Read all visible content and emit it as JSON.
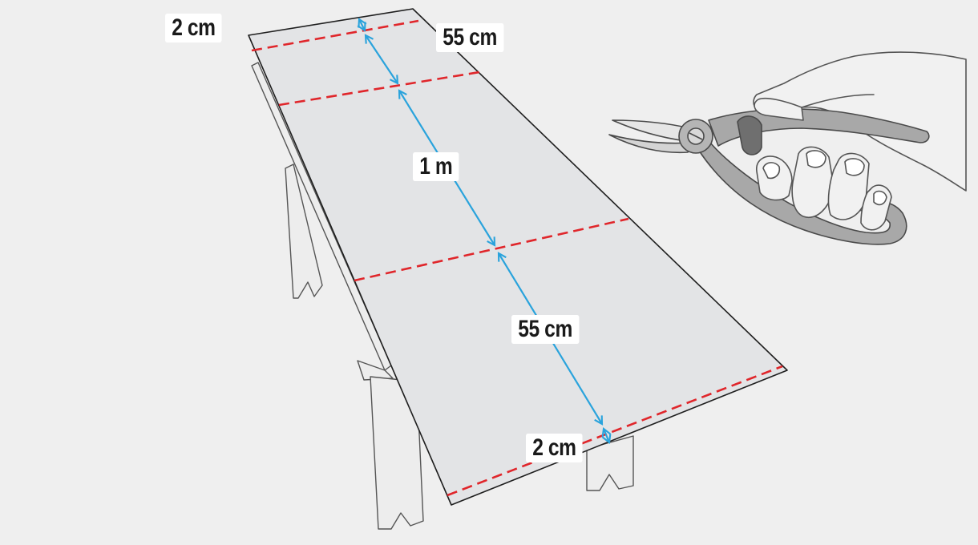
{
  "labels": {
    "top_margin": "2 cm",
    "top_section": "55 cm",
    "middle_section": "1 m",
    "bottom_section": "55 cm",
    "bottom_margin": "2 cm"
  },
  "colors": {
    "background": "#efefef",
    "sheet": "#e3e4e6",
    "outline": "#1f1f1f",
    "cut_line": "#e0262b",
    "dimension": "#2aa3dc",
    "label_bg": "#ffffff",
    "tool_grey": "#9a9a9a"
  },
  "icons": {
    "tool": "pruning-shears-icon",
    "hand": "hand-icon"
  }
}
